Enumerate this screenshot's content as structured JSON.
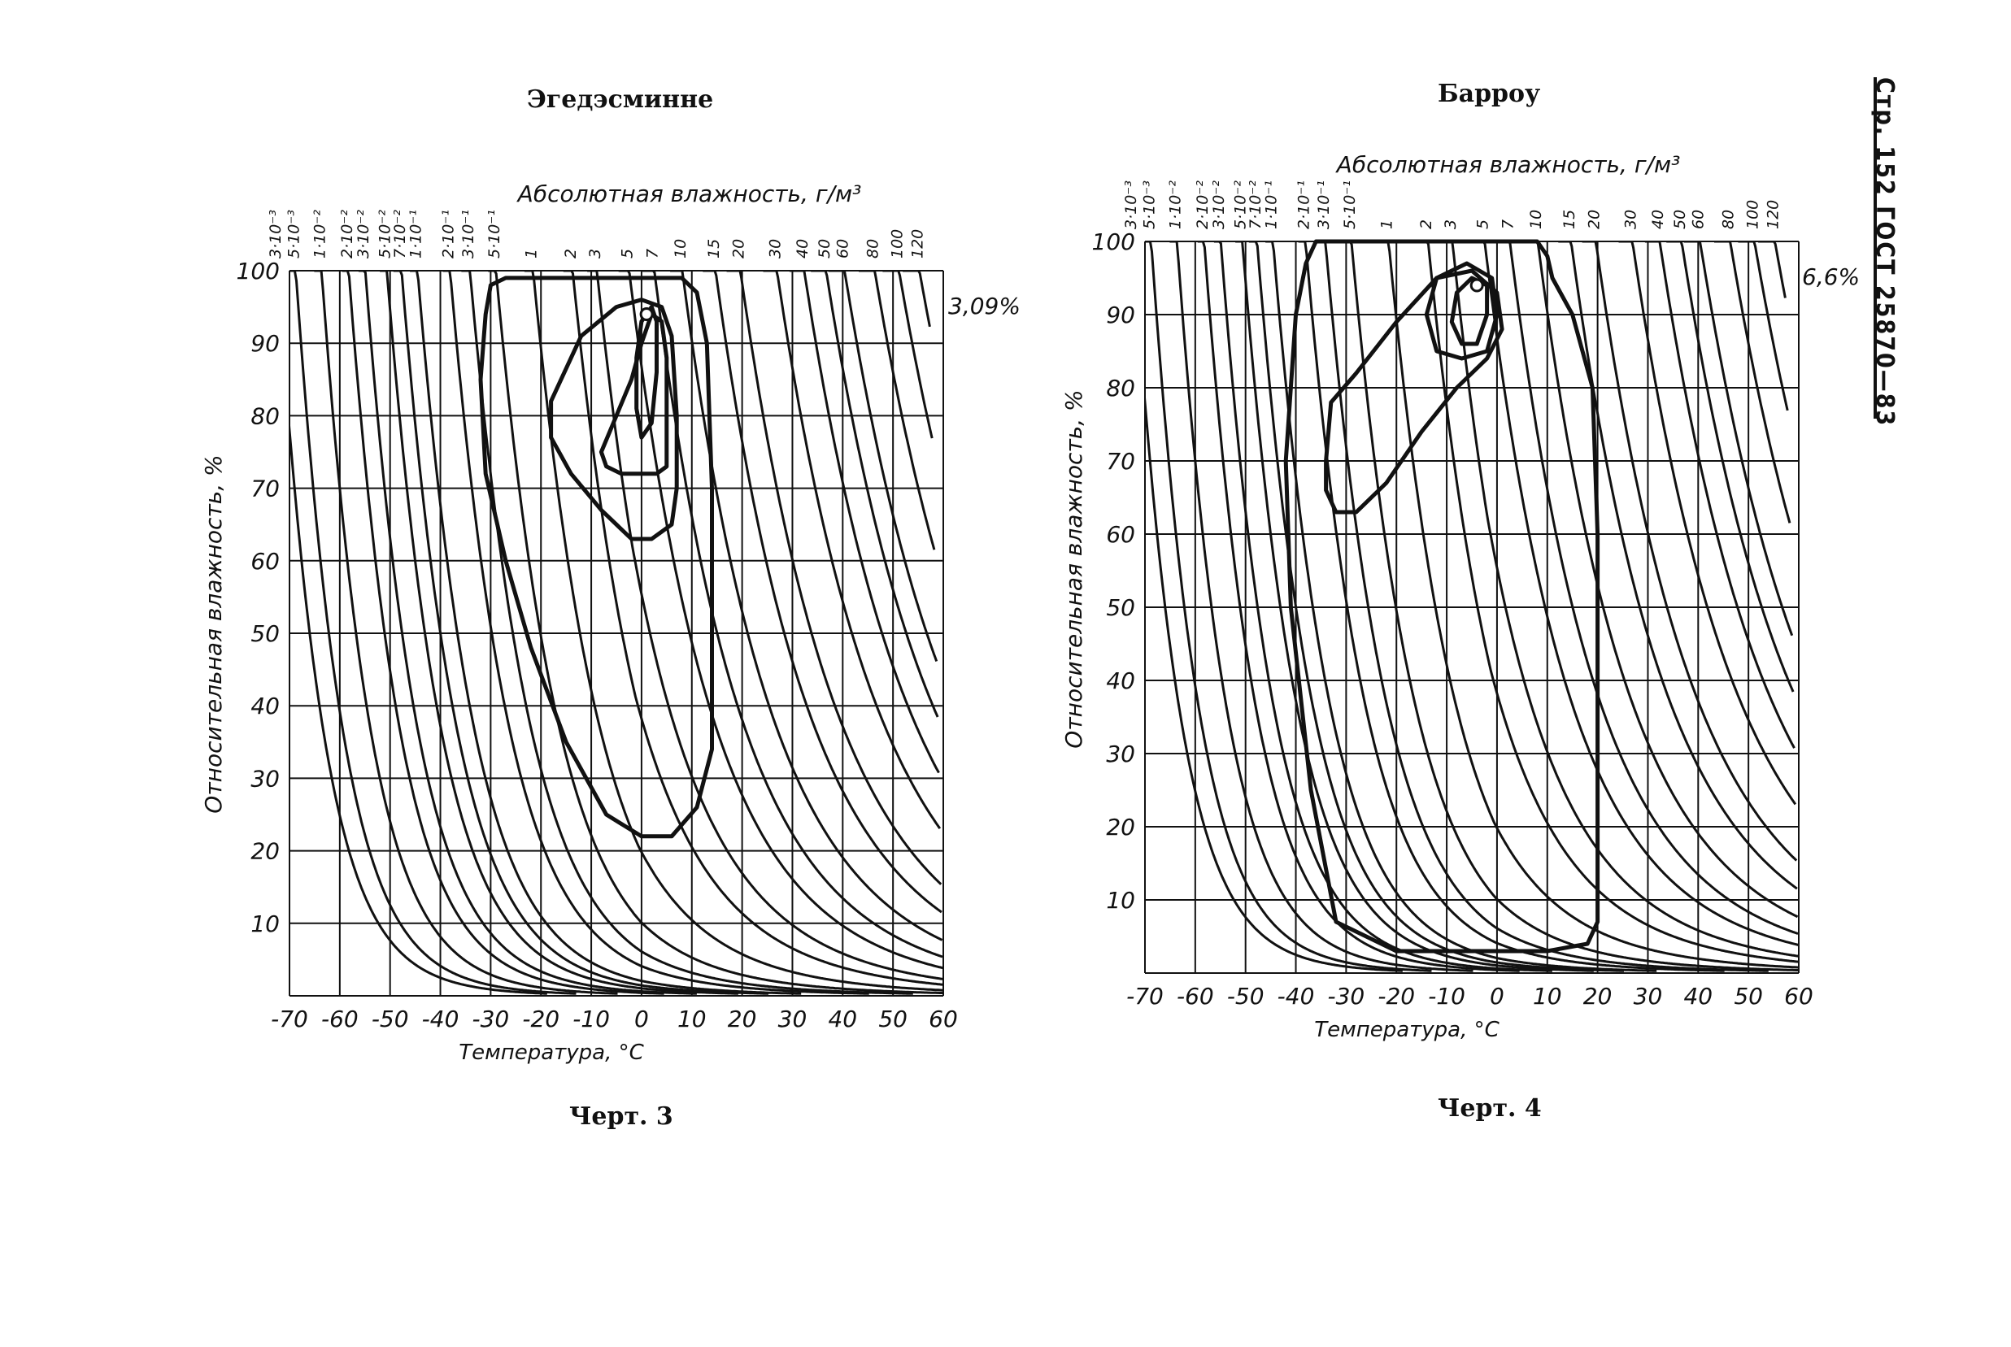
{
  "header": {
    "text": "Стр. 152 ГОСТ 25870—83"
  },
  "chart_data": [
    {
      "type": "line",
      "title": "Эгедэсминне",
      "caption": "Черт. 3",
      "xlabel": "Температура, °С",
      "ylabel": "Относительная влажность, %",
      "top_axis_label": "Абсолютная влажность, г/м³",
      "xlim": [
        -70,
        60
      ],
      "ylim": [
        0,
        100
      ],
      "x_ticks": [
        "-70",
        "-60",
        "-50",
        "-40",
        "-30",
        "-20",
        "-10",
        "0",
        "10",
        "20",
        "30",
        "40",
        "50",
        "60"
      ],
      "y_ticks": [
        "10",
        "20",
        "30",
        "40",
        "50",
        "60",
        "70",
        "80",
        "90",
        "100"
      ],
      "grid": true,
      "absolute_humidity_labels": [
        "3·10⁻³",
        "5·10⁻³",
        "1·10⁻²",
        "2·10⁻²",
        "3·10⁻²",
        "5·10⁻²",
        "7·10⁻²",
        "1·10⁻¹",
        "2·10⁻¹",
        "3·10⁻¹",
        "5·10⁻¹",
        "1",
        "2",
        "3",
        "5",
        "7",
        "10",
        "15",
        "20",
        "30",
        "40",
        "50",
        "60",
        "80",
        "100",
        "120"
      ],
      "absolute_humidity_values": [
        0.003,
        0.005,
        0.01,
        0.02,
        0.03,
        0.05,
        0.07,
        0.1,
        0.2,
        0.3,
        0.5,
        1,
        2,
        3,
        5,
        7,
        10,
        15,
        20,
        30,
        40,
        50,
        60,
        80,
        100,
        120
      ],
      "annotation": "3,09%",
      "point": [
        1,
        94
      ],
      "contours": [
        {
          "name": "outer",
          "points": [
            [
              -30,
              98
            ],
            [
              -27,
              99
            ],
            [
              8,
              99
            ],
            [
              11,
              97
            ],
            [
              13,
              90
            ],
            [
              14,
              70
            ],
            [
              14,
              50
            ],
            [
              14,
              34
            ],
            [
              11,
              26
            ],
            [
              6,
              22
            ],
            [
              0,
              22
            ],
            [
              -7,
              25
            ],
            [
              -15,
              35
            ],
            [
              -22,
              48
            ],
            [
              -27,
              60
            ],
            [
              -31,
              72
            ],
            [
              -32,
              85
            ],
            [
              -31,
              94
            ]
          ]
        },
        {
          "name": "middle",
          "points": [
            [
              -18,
              82
            ],
            [
              -12,
              91
            ],
            [
              -5,
              95
            ],
            [
              0,
              96
            ],
            [
              4,
              95
            ],
            [
              6,
              91
            ],
            [
              7,
              80
            ],
            [
              7,
              70
            ],
            [
              6,
              65
            ],
            [
              2,
              63
            ],
            [
              -2,
              63
            ],
            [
              -8,
              67
            ],
            [
              -14,
              72
            ],
            [
              -18,
              77
            ]
          ]
        },
        {
          "name": "inner",
          "points": [
            [
              -8,
              75
            ],
            [
              -5,
              80
            ],
            [
              -2,
              85
            ],
            [
              0,
              90
            ],
            [
              2,
              94
            ],
            [
              4,
              93
            ],
            [
              5,
              88
            ],
            [
              5,
              78
            ],
            [
              5,
              73
            ],
            [
              3,
              72
            ],
            [
              0,
              72
            ],
            [
              -4,
              72
            ],
            [
              -7,
              73
            ]
          ]
        },
        {
          "name": "innermost",
          "points": [
            [
              -1,
              88
            ],
            [
              0,
              93
            ],
            [
              2,
              95
            ],
            [
              3,
              93
            ],
            [
              3,
              86
            ],
            [
              2,
              79
            ],
            [
              0,
              77
            ],
            [
              -1,
              81
            ]
          ]
        }
      ]
    },
    {
      "type": "line",
      "title": "Барроу",
      "caption": "Черт. 4",
      "xlabel": "Температура, °С",
      "ylabel": "Относительная влажность, %",
      "top_axis_label": "Абсолютная влажность, г/м³",
      "xlim": [
        -70,
        60
      ],
      "ylim": [
        0,
        100
      ],
      "x_ticks": [
        "-70",
        "-60",
        "-50",
        "-40",
        "-30",
        "-20",
        "-10",
        "0",
        "10",
        "20",
        "30",
        "40",
        "50",
        "60"
      ],
      "y_ticks": [
        "10",
        "20",
        "30",
        "40",
        "50",
        "60",
        "70",
        "80",
        "90",
        "100"
      ],
      "grid": true,
      "absolute_humidity_labels": [
        "3·10⁻³",
        "5·10⁻³",
        "1·10⁻²",
        "2·10⁻²",
        "3·10⁻²",
        "5·10⁻²",
        "7·10⁻²",
        "1·10⁻¹",
        "2·10⁻¹",
        "3·10⁻¹",
        "5·10⁻¹",
        "1",
        "2",
        "3",
        "5",
        "7",
        "10",
        "15",
        "20",
        "30",
        "40",
        "50",
        "60",
        "80",
        "100",
        "120"
      ],
      "absolute_humidity_values": [
        0.003,
        0.005,
        0.01,
        0.02,
        0.03,
        0.05,
        0.07,
        0.1,
        0.2,
        0.3,
        0.5,
        1,
        2,
        3,
        5,
        7,
        10,
        15,
        20,
        30,
        40,
        50,
        60,
        80,
        100,
        120
      ],
      "annotation": "6,6%",
      "point": [
        -4,
        94
      ],
      "contours": [
        {
          "name": "outer",
          "points": [
            [
              -38,
              97
            ],
            [
              -36,
              100
            ],
            [
              8,
              100
            ],
            [
              10,
              98
            ],
            [
              11,
              95
            ],
            [
              15,
              90
            ],
            [
              19,
              80
            ],
            [
              20,
              60
            ],
            [
              20,
              40
            ],
            [
              20,
              20
            ],
            [
              20,
              7
            ],
            [
              18,
              4
            ],
            [
              10,
              3
            ],
            [
              -20,
              3
            ],
            [
              -32,
              7
            ],
            [
              -37,
              25
            ],
            [
              -41,
              50
            ],
            [
              -42,
              70
            ],
            [
              -40,
              90
            ]
          ]
        },
        {
          "name": "middle",
          "points": [
            [
              -34,
              70
            ],
            [
              -33,
              78
            ],
            [
              -28,
              82
            ],
            [
              -20,
              89
            ],
            [
              -12,
              95
            ],
            [
              -5,
              96
            ],
            [
              0,
              93
            ],
            [
              1,
              88
            ],
            [
              -2,
              84
            ],
            [
              -8,
              80
            ],
            [
              -15,
              74
            ],
            [
              -22,
              67
            ],
            [
              -28,
              63
            ],
            [
              -32,
              63
            ],
            [
              -34,
              66
            ]
          ]
        },
        {
          "name": "inner",
          "points": [
            [
              -14,
              90
            ],
            [
              -12,
              95
            ],
            [
              -6,
              97
            ],
            [
              -1,
              95
            ],
            [
              0,
              90
            ],
            [
              -2,
              85
            ],
            [
              -7,
              84
            ],
            [
              -12,
              85
            ]
          ]
        },
        {
          "name": "innermost",
          "points": [
            [
              -9,
              89
            ],
            [
              -8,
              93
            ],
            [
              -5,
              95
            ],
            [
              -2,
              94
            ],
            [
              -2,
              90
            ],
            [
              -4,
              86
            ],
            [
              -7,
              86
            ]
          ]
        }
      ]
    }
  ]
}
